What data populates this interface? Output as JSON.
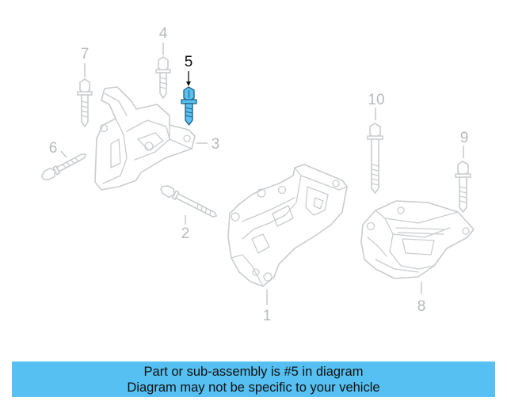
{
  "diagram": {
    "callouts": [
      {
        "id": 1,
        "label": "1",
        "highlighted": false
      },
      {
        "id": 2,
        "label": "2",
        "highlighted": false
      },
      {
        "id": 3,
        "label": "3",
        "highlighted": false
      },
      {
        "id": 4,
        "label": "4",
        "highlighted": false
      },
      {
        "id": 5,
        "label": "5",
        "highlighted": true
      },
      {
        "id": 6,
        "label": "6",
        "highlighted": false
      },
      {
        "id": 7,
        "label": "7",
        "highlighted": false
      },
      {
        "id": 8,
        "label": "8",
        "highlighted": false
      },
      {
        "id": 9,
        "label": "9",
        "highlighted": false
      },
      {
        "id": 10,
        "label": "10",
        "highlighted": false
      }
    ]
  },
  "caption": {
    "line1": "Part or sub-assembly is #5 in diagram",
    "line2": "Diagram may not be specific to your vehicle"
  },
  "colors": {
    "highlight_fill": "#5bc0f0",
    "banner": "#55c0f1",
    "line_art": "#c9cccf"
  }
}
